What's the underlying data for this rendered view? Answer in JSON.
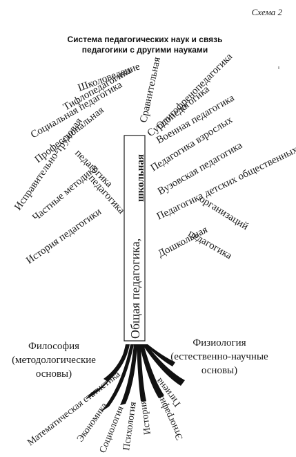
{
  "scheme_label": "Схема 2",
  "title_line1": "Система педагогических наук и связь",
  "title_line2": "педагогики с другими науками",
  "trunk": {
    "main_label": "Общая педагогика,",
    "sub_label": "школьная"
  },
  "branches_left": [
    "Школоведение",
    "Тифлопедагогика",
    "Социальная педагогика",
    "Профессиональная",
    "педагогика",
    "Исправительно-трудовая",
    "педагогика",
    "Частные методики",
    "История педагогики"
  ],
  "branches_right": [
    "Сравнительная",
    "Олигофренопедагогика",
    "Сурдопедагогика",
    "Военная педагогика",
    "Педагогика взрослых",
    "Вузовская педагогика",
    "Педагогика детских общественных",
    "организаций",
    "Дошкольная",
    "педагогика"
  ],
  "roots_left": {
    "line1": "Философия",
    "line2": "(методологические",
    "line3": "основы)"
  },
  "roots_right": {
    "line1": "Физиология",
    "line2": "(естественно-научные",
    "line3": "основы)"
  },
  "root_labels": [
    "Математическая статистика",
    "Экономика",
    "Социология",
    "Психология",
    "История",
    "Этнография",
    "Гигиена"
  ],
  "colors": {
    "ink": "#1a1a1a",
    "root_fill": "#111111",
    "background": "#ffffff"
  }
}
